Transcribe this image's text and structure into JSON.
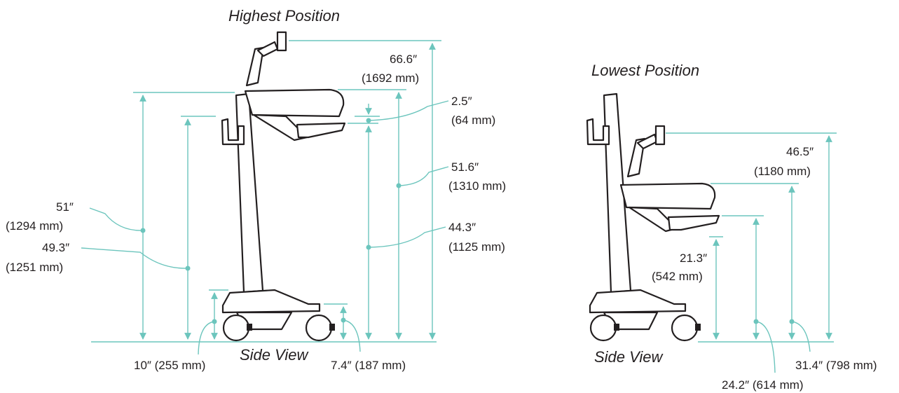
{
  "diagram": {
    "left_view": {
      "title": "Highest Position",
      "caption": "Side View",
      "dims": {
        "total_in": "66.6″",
        "total_mm": "(1692 mm)",
        "gap_in": "2.5″",
        "gap_mm": "(64 mm)",
        "worksurface_in": "51.6″",
        "worksurface_mm": "(1310 mm)",
        "handle_top_in": "51″",
        "handle_top_mm": "(1294 mm)",
        "handle_in": "49.3″",
        "handle_mm": "(1251 mm)",
        "keyboard_in": "44.3″",
        "keyboard_mm": "(1125 mm)",
        "base_label": "10″ (255 mm)",
        "base2_label": "7.4″ (187 mm)"
      }
    },
    "right_view": {
      "title": "Lowest Position",
      "caption": "Side View",
      "dims": {
        "total_in": "46.5″",
        "total_mm": "(1180 mm)",
        "keyboard_in": "21.3″",
        "keyboard_mm": "(542 mm)",
        "mid_label": "24.2″ (614 mm)",
        "worksurface_label": "31.4″ (798 mm)"
      }
    },
    "colors": {
      "dimension_line": "#6cc5bd",
      "outline": "#231f20"
    }
  }
}
